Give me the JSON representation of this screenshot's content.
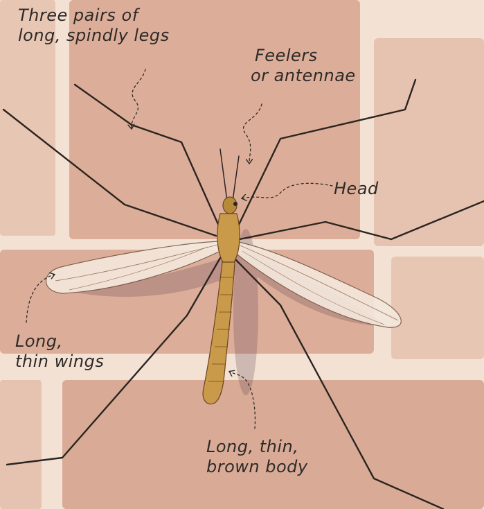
{
  "labels": {
    "legs": {
      "line1": "Three pairs of",
      "line2": "long, spindly legs"
    },
    "antennae": {
      "line1": "Feelers",
      "line2": "or antennae"
    },
    "head": {
      "text": "Head"
    },
    "wings": {
      "line1": "Long,",
      "line2": "thin wings"
    },
    "body": {
      "line1": "Long, thin,",
      "line2": "brown body"
    }
  },
  "colors": {
    "background": "#f2dccb",
    "brick": "#dcae99",
    "mortar": "#f3e2d4",
    "body": "#c99a4a",
    "body_dark": "#8a5a28",
    "wing": "#f4e7dc",
    "leg": "#2b2420",
    "label_ink": "#2e2a28"
  },
  "icons": [
    "crane-fly-illustration",
    "dashed-arrow-icon"
  ]
}
